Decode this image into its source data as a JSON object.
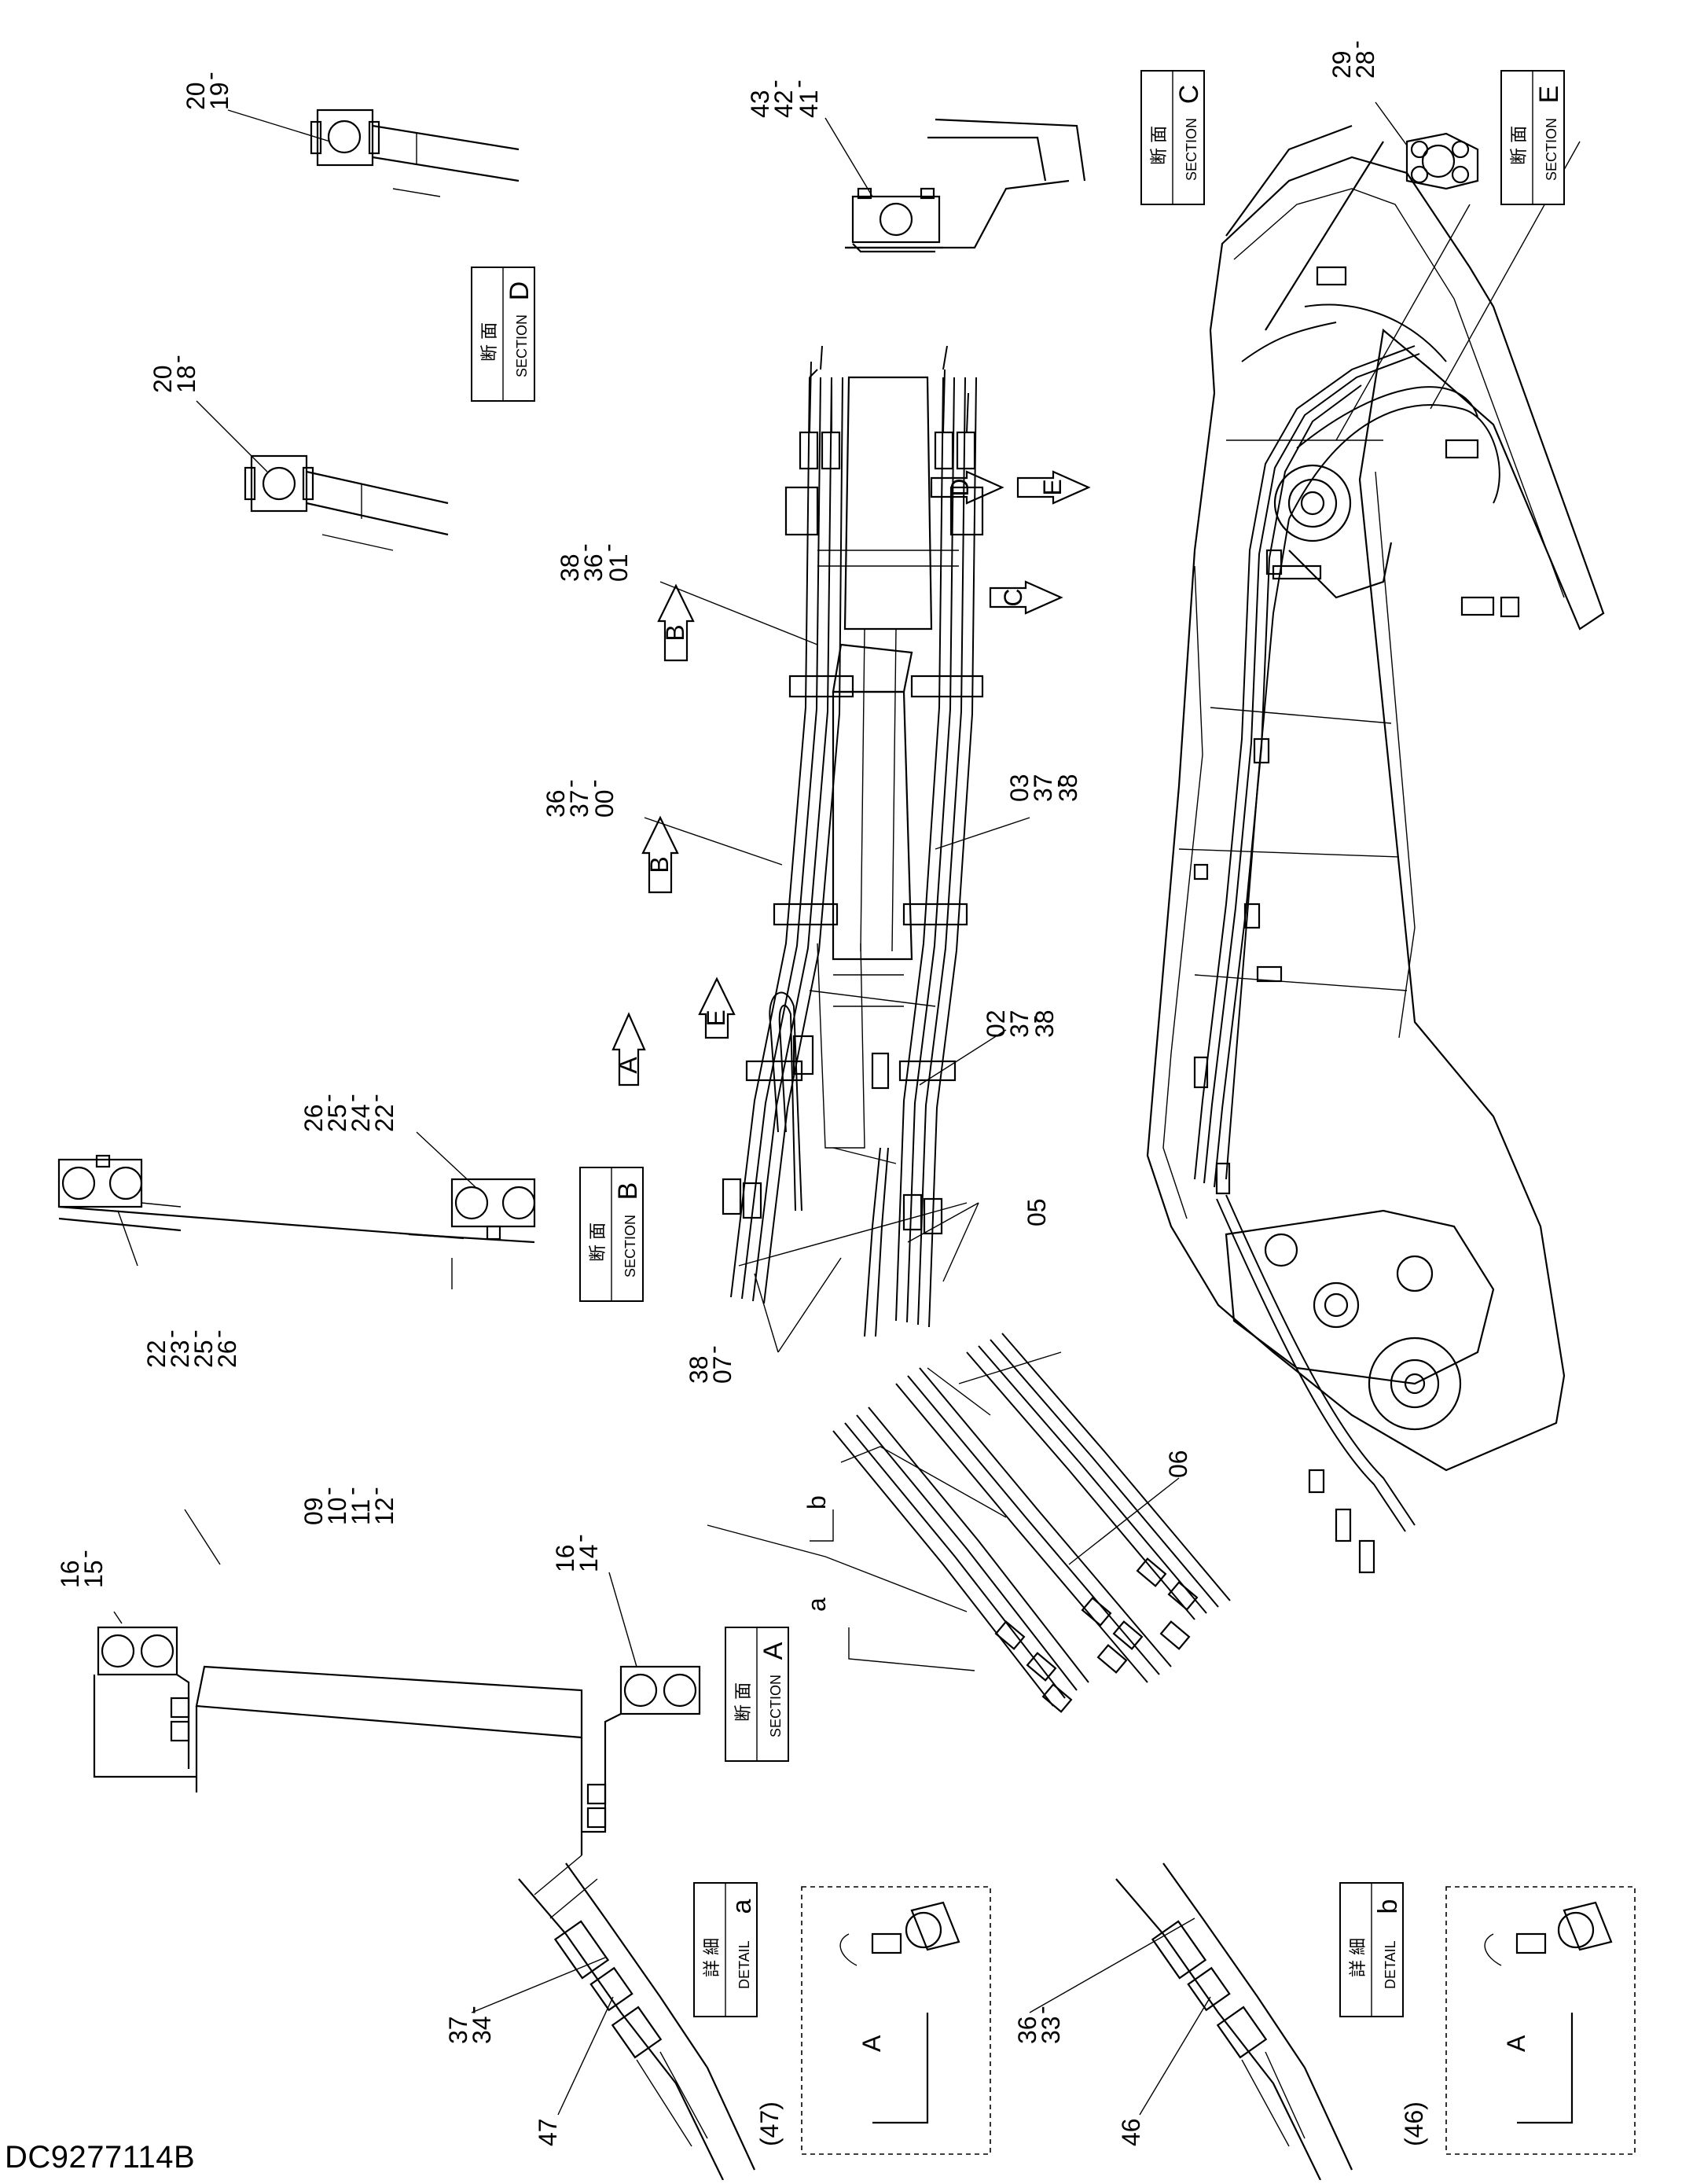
{
  "drawing_code": "DC9277114B",
  "section_jp": "断 面",
  "section_en": "SECTION",
  "detail_jp": "詳 細",
  "detail_en": "DETAIL",
  "sections": {
    "A": "A",
    "B": "B",
    "C": "C",
    "D": "D",
    "E": "E"
  },
  "details": {
    "a": "a",
    "b": "b"
  },
  "view_arrows": [
    "A",
    "B",
    "B",
    "C",
    "D",
    "E",
    "E"
  ],
  "callouts": {
    "d_top": [
      "20",
      "-",
      "19"
    ],
    "d_mid": [
      "20",
      "-",
      "18"
    ],
    "c_top": [
      "43",
      "-",
      "42",
      "-",
      "41"
    ],
    "e_top": [
      "29",
      "-",
      "28"
    ],
    "h01": [
      "38",
      "-",
      "36",
      "-",
      "01"
    ],
    "h00": [
      "36",
      "-",
      "37",
      "-",
      "00"
    ],
    "h03": [
      "03",
      "-",
      "37",
      "-",
      "38"
    ],
    "h02": [
      "02",
      "-",
      "37",
      "-",
      "38"
    ],
    "b_top": [
      "26",
      "-",
      "25",
      "-",
      "24",
      "-",
      "22"
    ],
    "b_bot": [
      "22",
      "-",
      "23",
      "-",
      "25",
      "-",
      "26"
    ],
    "h05": "05",
    "h07": [
      "38",
      "-",
      "07"
    ],
    "h06": "06",
    "a_mid": [
      "09",
      "-",
      "10",
      "-",
      "11",
      "-",
      "12"
    ],
    "a_left": [
      "16",
      "-",
      "15"
    ],
    "a_right": [
      "16",
      "-",
      "14"
    ],
    "det_a_1": [
      "37",
      "-",
      "34"
    ],
    "det_a_2": "47",
    "det_b_1": [
      "36",
      "-",
      "33"
    ],
    "det_b_2": "46",
    "paren_47": "(47)",
    "paren_46": "(46)",
    "sub_A": "A",
    "detail_a_label": "a",
    "detail_b_label": "b"
  }
}
